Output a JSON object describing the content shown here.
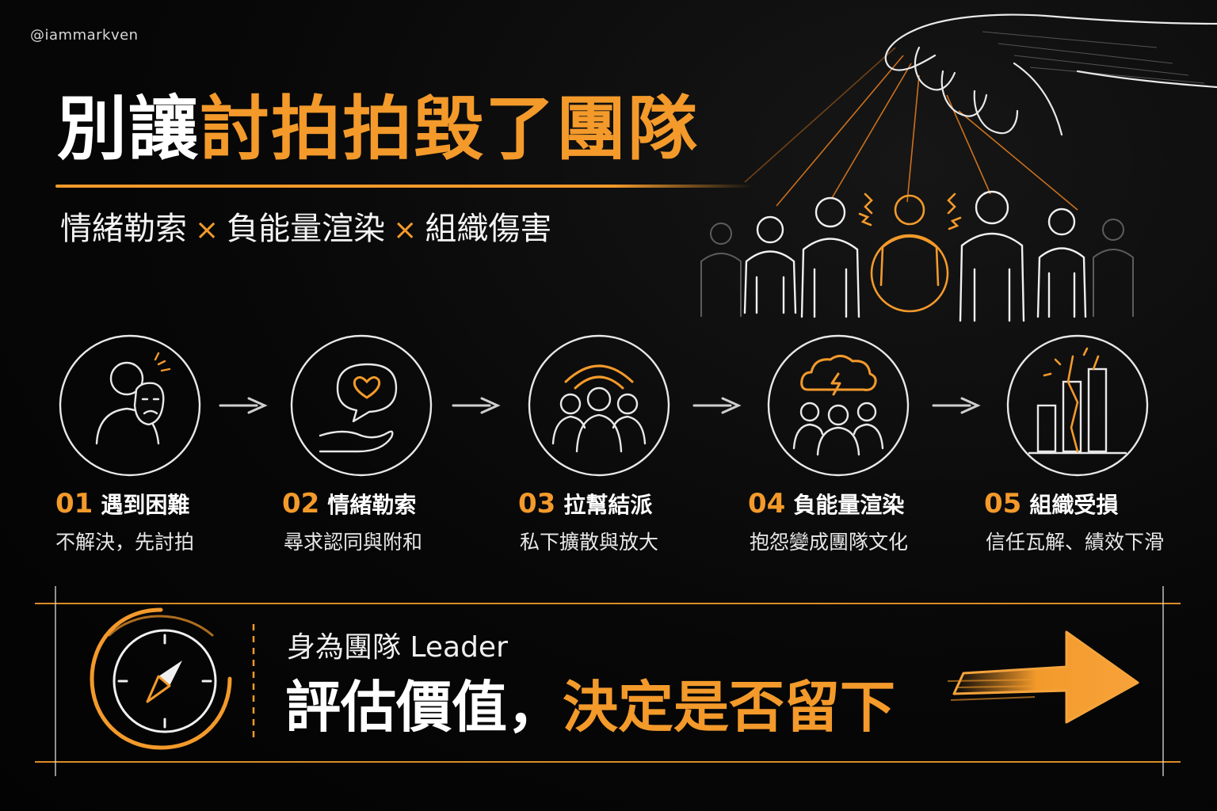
{
  "handle": "@iammarkven",
  "title": {
    "white": "別讓",
    "orange": "討拍拍毀了團隊"
  },
  "subtitle": {
    "part1": "情緒勒索",
    "sep": "×",
    "part2": "負能量渲染",
    "part3": "組織傷害"
  },
  "steps": [
    {
      "num": "01",
      "label": "遇到困難",
      "desc": "不解決，先討拍",
      "icon": "masked-person-icon"
    },
    {
      "num": "02",
      "label": "情緒勒索",
      "desc": "尋求認同與附和",
      "icon": "heart-bubble-hand-icon"
    },
    {
      "num": "03",
      "label": "拉幫結派",
      "desc": "私下擴散與放大",
      "icon": "group-broadcast-icon"
    },
    {
      "num": "04",
      "label": "負能量渲染",
      "desc": "抱怨變成團隊文化",
      "icon": "storm-cloud-group-icon"
    },
    {
      "num": "05",
      "label": "組織受損",
      "desc": "信任瓦解、績效下滑",
      "icon": "cracked-bar-chart-icon"
    }
  ],
  "cta": {
    "pre": "身為團隊 Leader",
    "main_white": "評估價值，",
    "main_orange": "決定是否留下"
  },
  "colors": {
    "accent": "#f39a2b",
    "background": "#050505",
    "text": "#ffffff"
  },
  "icons": {
    "illustration": "puppet-hand-people-icon",
    "compass": "compass-icon",
    "arrow": "right-arrow-icon"
  }
}
